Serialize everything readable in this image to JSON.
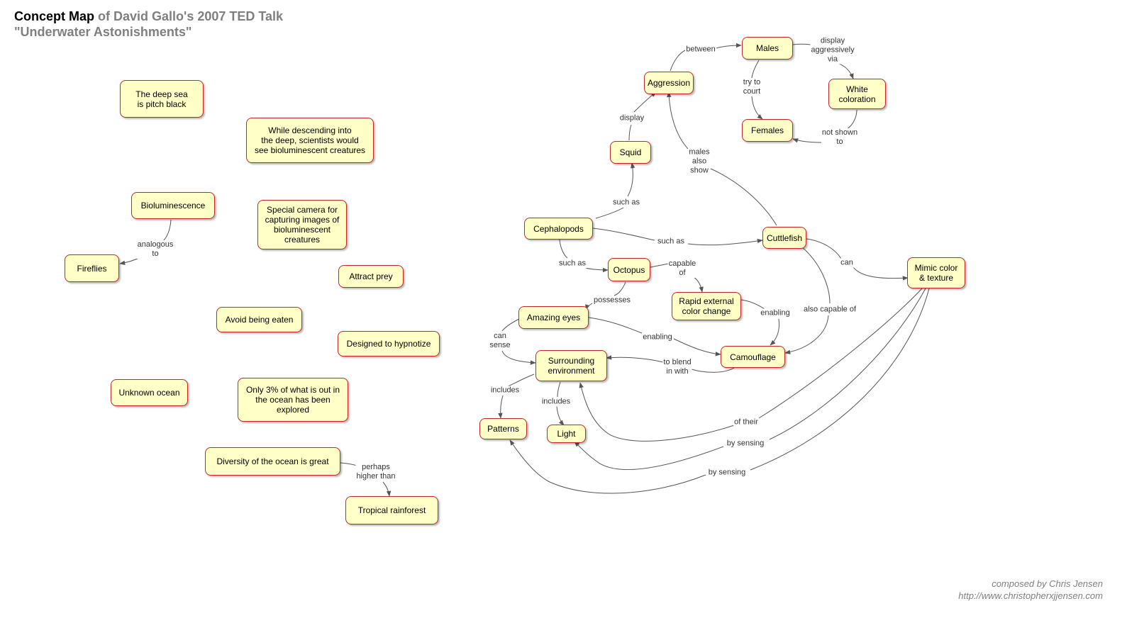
{
  "header": {
    "title_lead": "Concept Map",
    "title_rest": " of David Gallo's 2007 TED Talk",
    "title_line2": "\"Underwater Astonishments\""
  },
  "footer": {
    "composed_by": "composed by Chris Jensen",
    "url": "http://www.christopherxjjensen.com"
  },
  "nodes": {
    "deep_sea": "The deep sea\nis pitch black",
    "descending": "While descending into\nthe deep, scientists would\nsee bioluminescent creatures",
    "bioluminescence": "Bioluminescence",
    "fireflies": "Fireflies",
    "camera": "Special camera for\ncapturing images of\nbioluminescent\ncreatures",
    "attract_prey": "Attract prey",
    "avoid_eaten": "Avoid being eaten",
    "hypnotize": "Designed to hypnotize",
    "unknown_ocean": "Unknown ocean",
    "three_percent": "Only 3% of what is out in\nthe ocean has been\nexplored",
    "diversity": "Diversity of the ocean is great",
    "rainforest": "Tropical rainforest",
    "aggression": "Aggression",
    "males": "Males",
    "white_coloration": "White\ncoloration",
    "females": "Females",
    "squid": "Squid",
    "cephalopods": "Cephalopods",
    "cuttlefish": "Cuttlefish",
    "mimic": "Mimic color\n& texture",
    "octopus": "Octopus",
    "rapid_change": "Rapid external\ncolor change",
    "amazing_eyes": "Amazing eyes",
    "camouflage": "Camouflage",
    "surrounding": "Surrounding\nenvironment",
    "patterns": "Patterns",
    "light": "Light"
  },
  "links": {
    "analogous_to": "analogous\nto",
    "perhaps_higher": "perhaps\nhigher than",
    "between": "between",
    "display_aggr": "display\naggressively\nvia",
    "try_to_court": "try to\ncourt",
    "not_shown_to": "not shown\nto",
    "display": "display",
    "males_also_show": "males\nalso\nshow",
    "such_as_squid": "such as",
    "such_as_cuttle": "such as",
    "such_as_octopus": "such as",
    "can": "can",
    "capable_of": "capable\nof",
    "possesses": "possesses",
    "enabling_rapid": "enabling",
    "also_capable_of": "also capable of",
    "enabling_eyes": "enabling",
    "can_sense": "can\nsense",
    "to_blend": "to blend\nin with",
    "includes_patterns": "includes",
    "includes_light": "includes",
    "of_their": "of their",
    "by_sensing_light": "by sensing",
    "by_sensing_patterns": "by sensing"
  },
  "colors": {
    "node_fill": "#ffffc8",
    "node_border": "#c0282a",
    "link": "#555555",
    "title_lead": "#000000",
    "title_rest": "#7f7f7f"
  }
}
